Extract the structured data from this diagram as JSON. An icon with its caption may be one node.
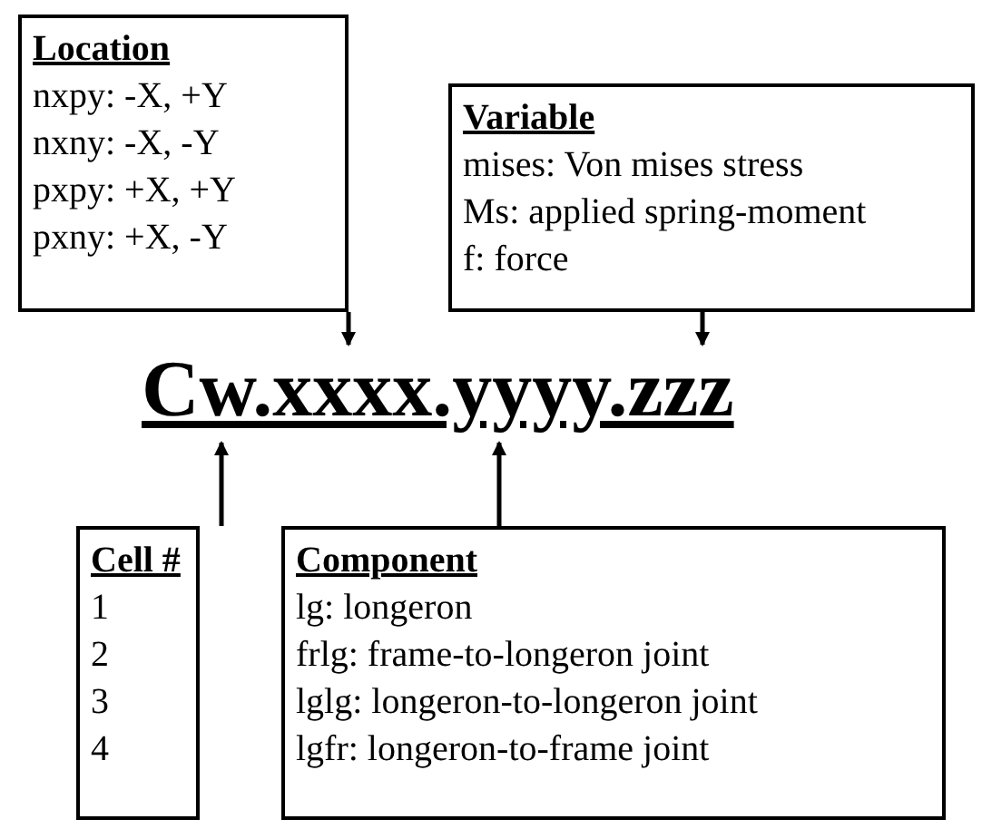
{
  "diagram": {
    "nodes": [
      {
        "text": [
          "Location",
          "nxpy: -X, +Y",
          "nxny: -X, -Y",
          "pxpy: +X, +Y",
          "pxny: +X, -Y"
        ]
      },
      {
        "text": [
          "Variable",
          "mises: Von mises stress",
          "Ms: applied spring-moment",
          "f: force"
        ]
      },
      {
        "text": [
          "Cw.xxxx.yyyy.zzz"
        ]
      },
      {
        "text": [
          "Cell #",
          "1",
          "2",
          "3",
          "4"
        ]
      },
      {
        "text": [
          "Component",
          "lg: longeron",
          "frlg: frame-to-longeron joint",
          "lglg: longeron-to-longeron joint",
          "lgfr: longeron-to-frame joint"
        ]
      }
    ],
    "edges": [
      {
        "from": 0,
        "to": 2,
        "arrow": "to"
      },
      {
        "from": 1,
        "to": 2,
        "arrow": "to"
      },
      {
        "from": 3,
        "to": 2,
        "arrow": "to"
      },
      {
        "from": 4,
        "to": 2,
        "arrow": "to"
      }
    ]
  }
}
